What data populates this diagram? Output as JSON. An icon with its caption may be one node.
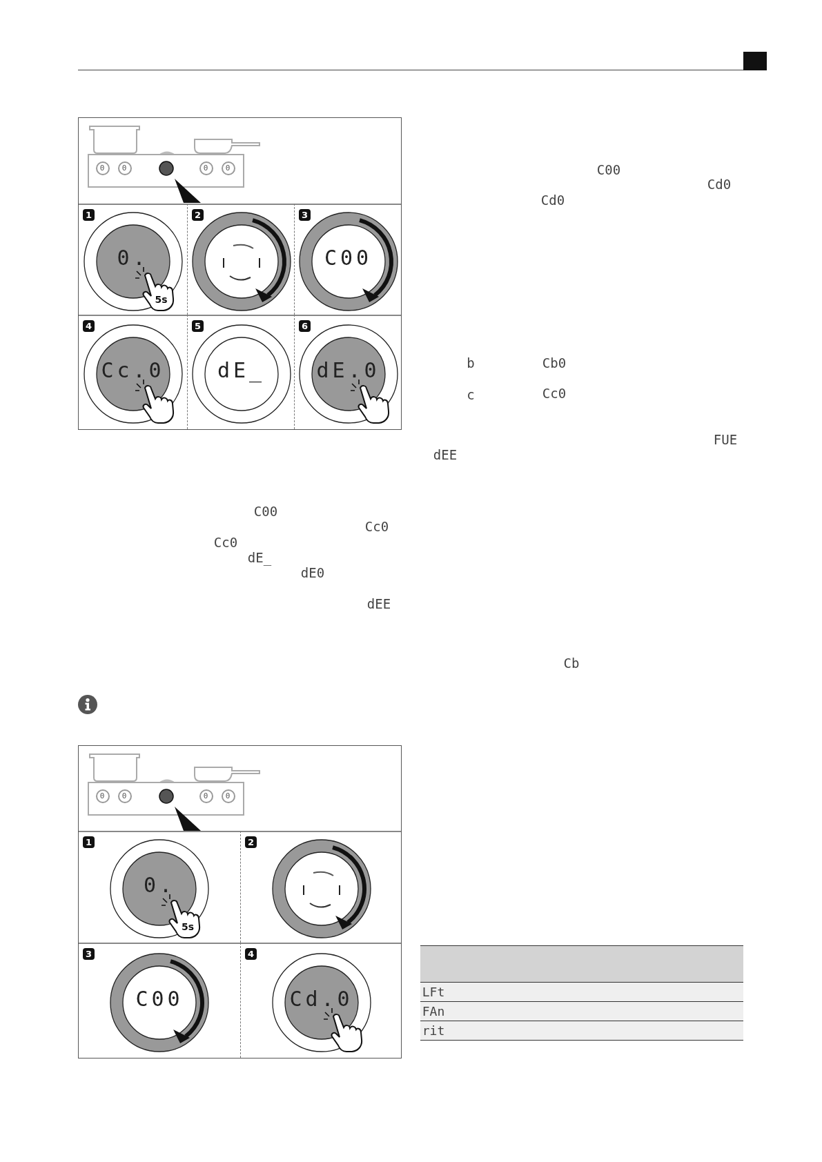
{
  "diagram": {
    "nodes": [
      {
        "text": [
          "1",
          "0.",
          "5s"
        ]
      },
      {
        "text": [
          "2"
        ]
      },
      {
        "text": [
          "3",
          "C00"
        ]
      },
      {
        "text": [
          "4",
          "Cc.0"
        ]
      },
      {
        "text": [
          "5",
          "dE_"
        ]
      },
      {
        "text": [
          "6",
          "dE.0"
        ]
      },
      {
        "text": [
          "1",
          "0.",
          "5s"
        ]
      },
      {
        "text": [
          "2"
        ]
      },
      {
        "text": [
          "3",
          "C00"
        ]
      },
      {
        "text": [
          "4",
          "Cd.0"
        ]
      }
    ],
    "labels": [
      "0",
      "0",
      "0",
      "0",
      "C00",
      "Cc0",
      "Cc0",
      "dE_",
      "dE0",
      "dEE",
      "0",
      "0",
      "0",
      "0",
      "C00",
      "Cd0",
      "Cd0",
      "b",
      "Cb0",
      "c",
      "Cc0",
      "FUE",
      "dEE",
      "Cb",
      "LFt",
      "FAn",
      "rit"
    ]
  }
}
